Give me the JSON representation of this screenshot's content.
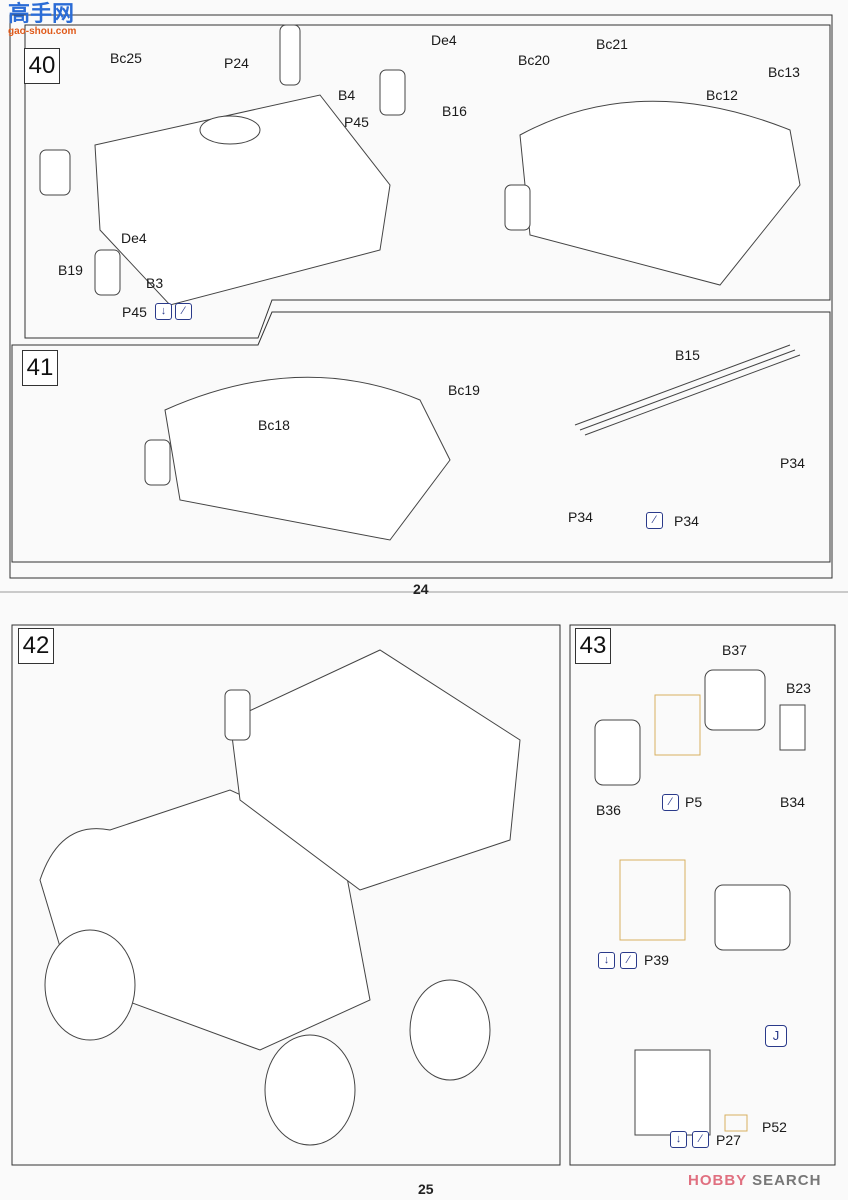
{
  "watermarks": {
    "top_left": "高手网",
    "top_left_url": "gao-shou.com",
    "bottom_right_a": "HOBBY",
    "bottom_right_b": "SEARCH"
  },
  "pages": [
    {
      "page_number": "24",
      "steps": [
        {
          "number": "40",
          "labels": [
            "Bc25",
            "P24",
            "De4",
            "B4",
            "B16",
            "P45",
            "De4",
            "B19",
            "B3",
            "P45",
            "Bc21",
            "Bc20",
            "Bc13",
            "Bc12"
          ],
          "icons": [
            "bend-icon",
            "glue-icon"
          ]
        },
        {
          "number": "41",
          "labels": [
            "Bc19",
            "Bc18",
            "B15",
            "P34",
            "P34",
            "P34"
          ],
          "icons": [
            "bend-icon"
          ]
        }
      ]
    },
    {
      "page_number": "25",
      "steps": [
        {
          "number": "42",
          "labels": []
        },
        {
          "number": "43",
          "labels": [
            "B37",
            "B23",
            "B36",
            "P5",
            "B34",
            "P39",
            "P52",
            "P27"
          ],
          "badge": "J",
          "icons": [
            "bend-icon",
            "glue-icon"
          ]
        }
      ]
    }
  ],
  "colors": {
    "ink": "#333333",
    "etch": "#e8c878",
    "accent_icon": "#2a3a8a"
  }
}
